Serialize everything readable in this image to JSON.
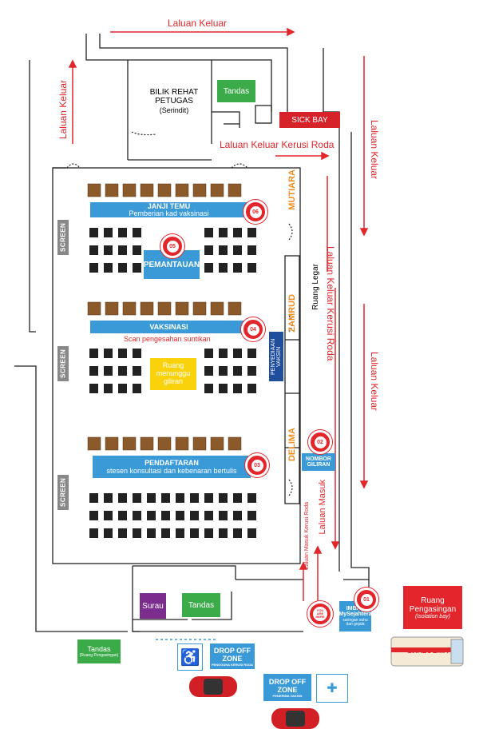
{
  "exits": {
    "top": "Laluan Keluar",
    "left": "Laluan Keluar",
    "right_upper": "Laluan Keluar",
    "right_lower": "Laluan Keluar",
    "wheelchair_exit": "Laluan Keluar Kerusi Roda",
    "wheelchair_side": "Laluan Keluar Kerusi Roda"
  },
  "rooms": {
    "staff_rest": {
      "title": "BILIK REHAT PETUGAS",
      "sub": "(Serindit)"
    },
    "toilet_top": "Tandas",
    "sick_bay": "SICK BAY",
    "toilet_bottom": "Tandas",
    "surau": "Surau",
    "toilet_isolation": {
      "title": "Tandas",
      "sub": "(Ruang Pengasingan)"
    },
    "isolation": {
      "title": "Ruang Pengasingan",
      "sub": "(Isolation bay)"
    },
    "lobby": "Ruang Legar",
    "waiting": "Ruang menunggu giliran",
    "vaccine_prep": "PENYEDIAAN VAKSIN"
  },
  "zones": {
    "mutiara": "MUTIARA",
    "zamrud": "ZAMRUD",
    "delima": "DELIMA"
  },
  "screens": [
    "SCREEN",
    "SCREEN",
    "SCREEN"
  ],
  "stations": {
    "s01": {
      "num": "01",
      "title": "IMBAS MySejahtera",
      "sub": "saringan suhu dan gejala"
    },
    "s02": {
      "num": "02",
      "title": "NOMBOR GILIRAN"
    },
    "s03": {
      "num": "03",
      "title": "PENDAFTARAN",
      "sub": "stesen konsultasi dan kebenaran bertulis"
    },
    "s04": {
      "num": "04",
      "title": "VAKSINASI",
      "sub": "Scan pengesahan suntikan"
    },
    "s05": {
      "num": "05",
      "title": "PEMANTAUAN"
    },
    "s06": {
      "num": "06",
      "title": "JANJI TEMU",
      "sub": "Pemberian kad vaksinasi"
    }
  },
  "entry": {
    "main": "Laluan Masuk",
    "wheelchair": "Laluan Masuk Kerusi Roda",
    "you_are_here": "YOU ARE HERE"
  },
  "dropoff": {
    "wheelchair": {
      "title": "DROP OFF ZONE",
      "sub": "PENGGUNA KERUSI RODA"
    },
    "vaccine": {
      "title": "DROP OFF ZONE",
      "sub": "PENERIMA VAKSIN"
    }
  },
  "ambulance": "AMBULANS",
  "colors": {
    "accent_red": "#e2262b",
    "station_blue": "#3a9ad8",
    "green": "#3bab4a",
    "orange": "#f08c1e",
    "yellow": "#f9d20c",
    "purple": "#7b2d8e",
    "navy": "#1f4e9c"
  }
}
